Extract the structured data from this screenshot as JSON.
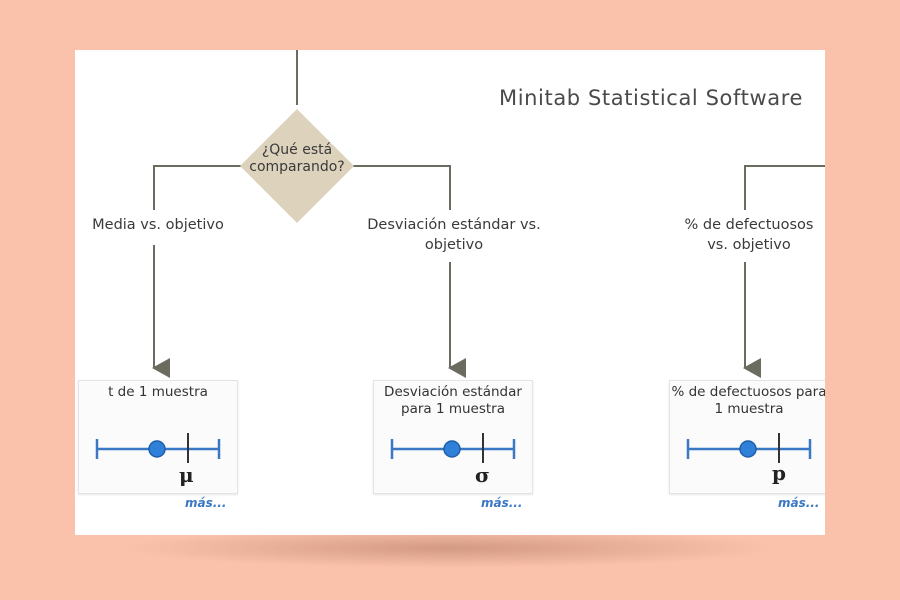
{
  "brand": "Minitab Statistical Software",
  "decision": {
    "label": "¿Qué está comparando?"
  },
  "branches": [
    {
      "label": "Media vs. objetivo",
      "test": "t de 1 muestra",
      "symbol": "μ",
      "more": "más..."
    },
    {
      "label": "Desviación estándar vs. objetivo",
      "test": "Desviación estándar para 1 muestra",
      "symbol": "σ",
      "more": "más..."
    },
    {
      "label": "% de defectuosos vs. objetivo",
      "test": "% de defectuosos para 1 muestra",
      "symbol": "p",
      "more": "más..."
    }
  ],
  "colors": {
    "background": "#fbc2ab",
    "diamond": "#ddd3bd",
    "connector": "#6b6b60",
    "scale_line": "#3b78c4",
    "point": "#2f80d8",
    "link": "#3b78c4"
  }
}
